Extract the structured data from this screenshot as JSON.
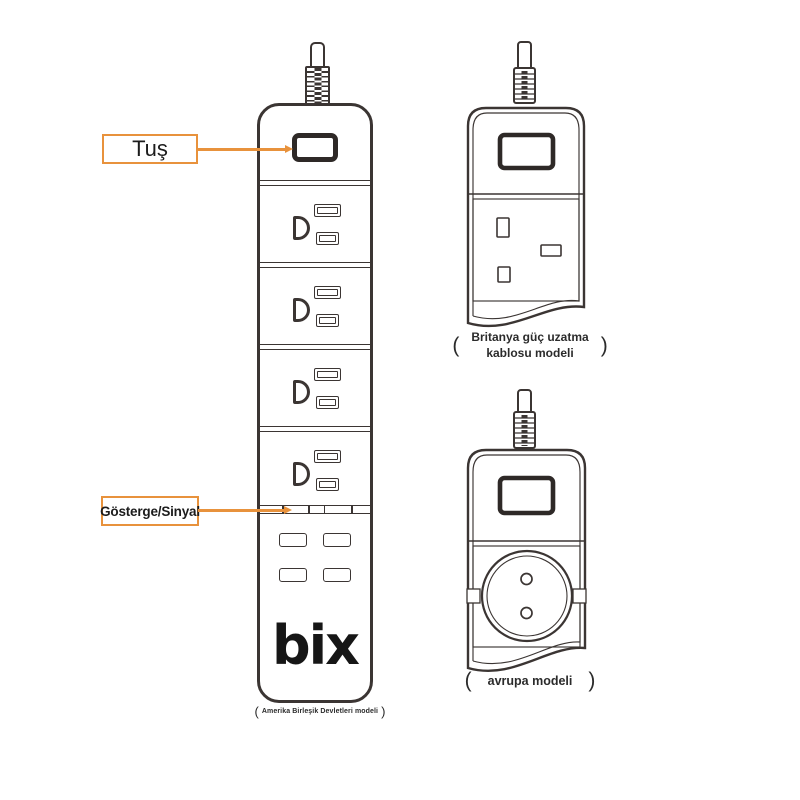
{
  "colors": {
    "accent_orange": "#E8923C",
    "line_dark": "#3B3533",
    "switch_dark": "#2E2927"
  },
  "callouts": {
    "key": {
      "label": "Tuş"
    },
    "indicator": {
      "label": "Gösterge/Sinyal"
    }
  },
  "us_model": {
    "logo": "bix",
    "paren_open": "(",
    "caption": "Amerika Birleşik Devletleri modeli",
    "paren_close": ")"
  },
  "uk_model": {
    "paren_open": "(",
    "caption_line1": "Britanya güç uzatma",
    "caption_line2": "kablosu modeli",
    "paren_close": ")"
  },
  "eu_model": {
    "paren_open": "(",
    "caption": "avrupa modeli",
    "paren_close": ")"
  }
}
